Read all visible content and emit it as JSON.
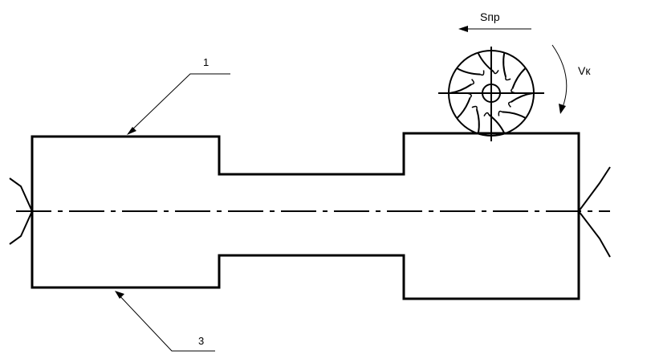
{
  "callouts": {
    "top_label": "1",
    "bottom_label": "3"
  },
  "cutter": {
    "feed_label": "Sпр",
    "speed_label": "Vк",
    "tooth_count": 10
  },
  "colors": {
    "ink": "#000000",
    "background": "#ffffff"
  }
}
